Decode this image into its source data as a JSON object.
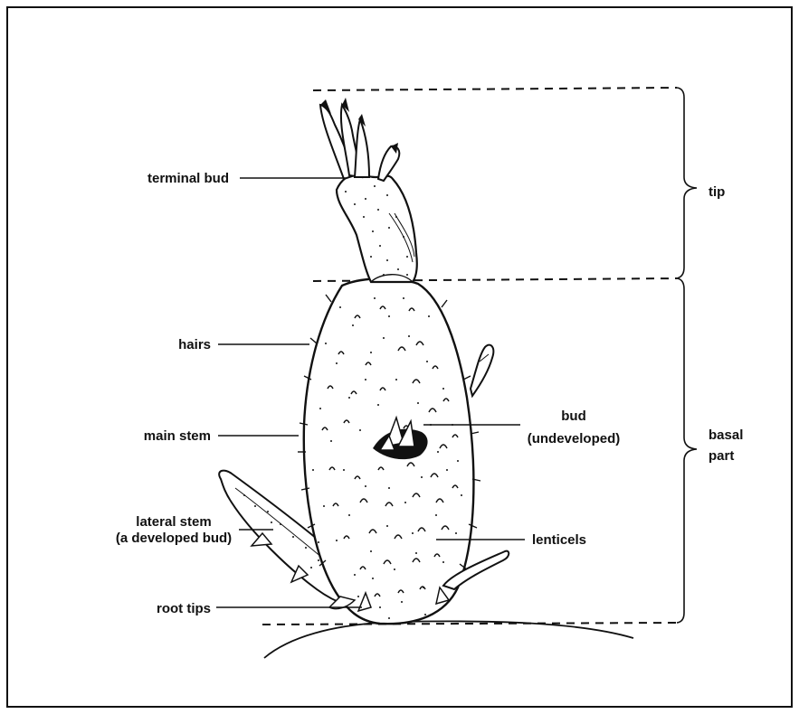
{
  "diagram": {
    "labels": {
      "terminal_bud": "terminal bud",
      "hairs": "hairs",
      "main_stem": "main stem",
      "lateral_stem_line1": "lateral stem",
      "lateral_stem_line2": "(a developed bud)",
      "root_tips": "root tips",
      "bud_line1": "bud",
      "bud_line2": "(undeveloped)",
      "lenticels": "lenticels",
      "tip": "tip",
      "basal_line1": "basal",
      "basal_line2": "part"
    },
    "colors": {
      "ink": "#111111",
      "background": "#ffffff"
    }
  }
}
